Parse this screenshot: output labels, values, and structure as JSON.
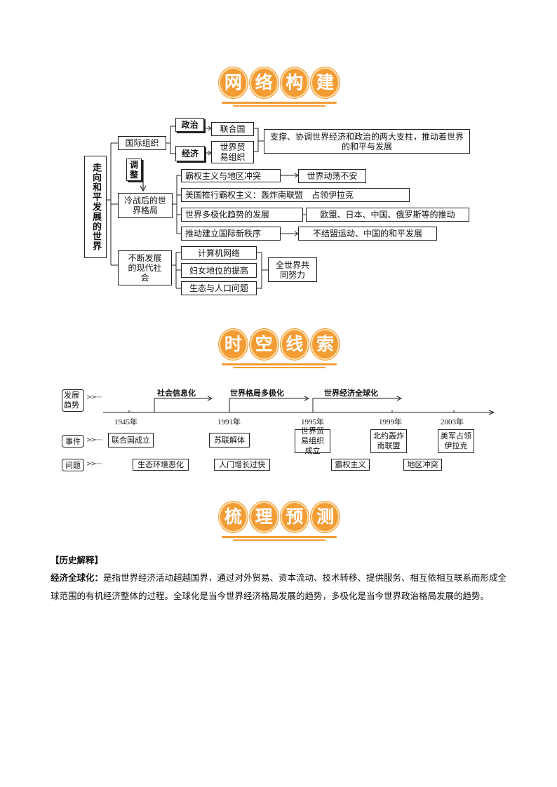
{
  "headers": {
    "network": [
      "网",
      "络",
      "构",
      "建"
    ],
    "timeline": [
      "时",
      "空",
      "线",
      "索"
    ],
    "review": [
      "梳",
      "理",
      "预",
      "测"
    ]
  },
  "network": {
    "root": "走向和平发展的世界",
    "branch1": "国际组织",
    "politics": "政治",
    "un": "联合国",
    "economy": "经济",
    "wto": "世界贸易组织",
    "support": "支撑、协调世界经济和政治的两大支柱，推动着世界的和平与发展",
    "adjust": "调整",
    "branch2": "冷战后的世界格局",
    "hegemony": "霸权主义与地区冲突",
    "turmoil": "世界动荡不安",
    "us_hegemony": "美国推行霸权主义：轰炸南联盟　占领伊拉克",
    "multipolar": "世界多极化趋势的发展",
    "multipolar_drive": "欧盟、日本、中国、俄罗斯等的推动",
    "new_order": "推动建立国际新秩序",
    "new_order_drive": "不结盟运动、中国的和平发展",
    "branch3": "不断发展的现代社会",
    "internet": "计算机网络",
    "women": "妇女地位的提高",
    "ecology": "生态与人口问题",
    "together": "全世界共同努力"
  },
  "timeline": {
    "trend_tag": "发展趋势",
    "event_tag": "事件",
    "problem_tag": "问题",
    "trends": [
      "社会信息化",
      "世界格局多极化",
      "世界经济全球化"
    ],
    "years": [
      "1945年",
      "1991年",
      "1995年",
      "1999年",
      "2003年"
    ],
    "events": [
      "联合国成立",
      "苏联解体",
      "世界贸易组织成立",
      "北约轰炸南联盟",
      "美军占领伊拉克"
    ],
    "problems": [
      "生态环境恶化",
      "人门增长过快",
      "霸权主义",
      "地区冲突"
    ]
  },
  "review": {
    "section_label": "【历史解释】",
    "term": "经济全球化：",
    "definition": "是指世界经济活动超越国界，通过对外贸易、资本流动、技术转移、提供服务、相互依相互联系而形成全球范围的有机经济整体的过程。全球化是当今世界经济格局发展的趋势，多极化是当今世界政治格局发展的趋势。"
  }
}
